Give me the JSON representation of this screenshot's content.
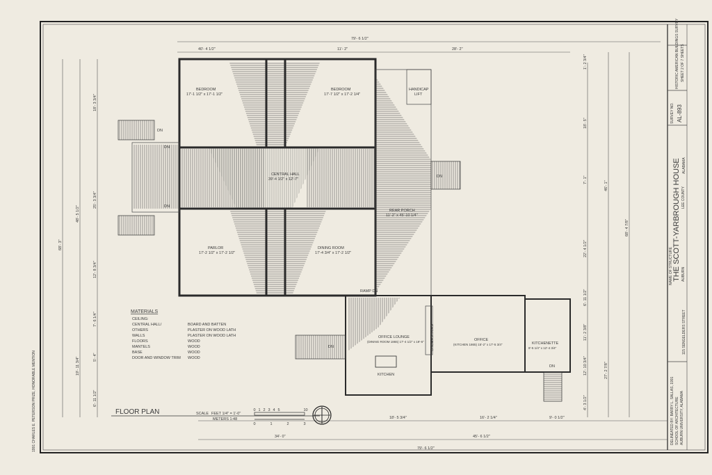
{
  "sheet": {
    "award_note": "1991 CHARLES E. PETERSON PRIZE, HONORABLE MENTION",
    "background_color": "#efebe1",
    "line_color": "#2a2a2a"
  },
  "drawing": {
    "title": "FLOOR PLAN",
    "scale_label": "SCALE",
    "scale_feet": "FEET  1/4\" = 1'-0\"",
    "scale_meters": "METERS  1:48",
    "scale_ticks_feet": [
      "0",
      "1",
      "2",
      "3",
      "4",
      "5",
      "10"
    ],
    "scale_ticks_meters": [
      "0",
      "1",
      "2",
      "3"
    ],
    "north_arrow_icon": "north-arrow"
  },
  "rooms": [
    {
      "name": "BEDROOM",
      "size": "17'-1 1/2\" x 17'-1 1/2\""
    },
    {
      "name": "BEDROOM",
      "size": "17'-7 1/2\" x 17'-2 1/4\""
    },
    {
      "name": "CENTRAL HALL",
      "size": "39'-4 1/2\" x 12'-7\""
    },
    {
      "name": "PARLOR",
      "size": "17'-2 1/2\" x 17'-2 1/2\""
    },
    {
      "name": "DINING ROOM",
      "size": "17'-4 3/4\" x 17'-2 1/2\""
    },
    {
      "name": "REAR PORCH",
      "size": "11'-2\" x 45'-10 1/4\""
    },
    {
      "name": "HANDICAP",
      "size": "LIFT"
    },
    {
      "name": "OFFICE LOUNGE",
      "size": "(DINING ROOM 1865)  17'-4 1/2\" x 19'-6\""
    },
    {
      "name": "KITCHEN",
      "size": ""
    },
    {
      "name": "OFFICE",
      "size": "(KITCHEN 1865)  15'-2\" x 17'-5 3/4\""
    },
    {
      "name": "KITCHENETTE",
      "size": "8'-5 1/4\" x 12'-4 3/4\""
    }
  ],
  "stair_labels": [
    "DN",
    "DN",
    "DN",
    "DN",
    "DN",
    "DN",
    "RAMP DN",
    "UNDERSTAIRS"
  ],
  "materials": {
    "heading": "MATERIALS",
    "rows": [
      {
        "item": "CEILING:",
        "value": ""
      },
      {
        "item": "   CENTRAL HALL/",
        "value": "BOARD AND BATTEN"
      },
      {
        "item": "   OTHERS",
        "value": "PLASTER ON WOOD LATH"
      },
      {
        "item": "WALLS",
        "value": "PLASTER ON WOOD LATH"
      },
      {
        "item": "FLOORS",
        "value": "WOOD"
      },
      {
        "item": "MANTELS",
        "value": "WOOD"
      },
      {
        "item": "BASE",
        "value": "WOOD"
      },
      {
        "item": "DOOR AND WINDOW TRIM",
        "value": "WOOD"
      }
    ]
  },
  "dimensions": {
    "top": [
      "79'- 6 1/2\"",
      "40'- 4 1/2\"",
      "11'- 2\"",
      "28'- 2\""
    ],
    "bottom": [
      "18'- 5 3/4\"",
      "16'- 2 1/4\"",
      "9'- 0 1/2\"",
      "34'- 0\"",
      "45'- 6 1/2\"",
      "79'- 6 1/2\""
    ],
    "left": [
      "68'- 3\"",
      "48'- 5 1/2\"",
      "19'- 11 3/4\"",
      "18'- 3 3/4\"",
      "25'- 3 3/4\"",
      "12'- 8 3/4\"",
      "7'- 6 1/4\"",
      "5'- 4\"",
      "6'- 11 1/2\""
    ],
    "right": [
      "1'- 2 3/4\"",
      "18'- 5\"",
      "7'- 1\"",
      "22'- 4 1/2\"",
      "6'- 11 1/2\"",
      "11'- 2 3/8\"",
      "12'- 10 3/4\"",
      "4'- 3 1/2\"",
      "46'- 1\"",
      "27'- 2 7/8\"",
      "68'- 4 7/8\""
    ]
  },
  "title_block": {
    "delineator": "DELINEATED BY: BARRY L. SALLAS, 1991",
    "school": "SCHOOL OF ARCHITECTURE",
    "university": "AUBURN UNIVERSITY, ALABAMA",
    "address": "115 SENGELDERS STREET",
    "structure_label": "NAME OF STRUCTURE",
    "structure_name": "THE SCOTT-YARBROUGH HOUSE",
    "city": "AUBURN",
    "county": "LEE COUNTY",
    "state": "ALABAMA",
    "survey_label": "SURVEY NO.",
    "survey_no": "AL-893",
    "program": "HISTORIC AMERICAN BUILDINGS SURVEY",
    "sheet_no": "SHEET 2 OF 7 SHEETS"
  }
}
